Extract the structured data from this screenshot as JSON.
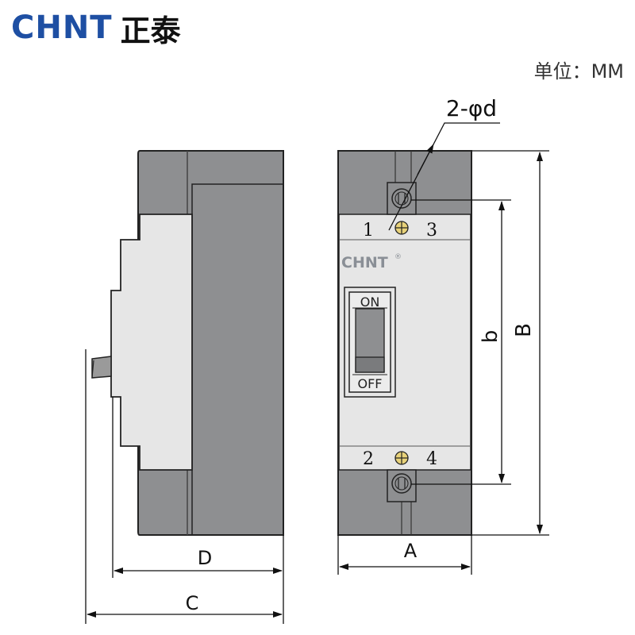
{
  "header": {
    "brand_latin": "CHNT",
    "brand_cjk": "正泰",
    "unit_label": "单位：MM"
  },
  "device": {
    "brand": "CHNT",
    "switch_on": "ON",
    "switch_off": "OFF",
    "terminals_top": [
      "1",
      "3"
    ],
    "terminals_bottom": [
      "2",
      "4"
    ]
  },
  "dimensions": {
    "hole": "2-φd",
    "A": "A",
    "B": "B",
    "b": "b",
    "C": "C",
    "D": "D"
  },
  "colors": {
    "housing_dark": "#8e8f91",
    "housing_light": "#e6e6e6",
    "brand_blue": "#1e4fa3",
    "terminal_yellow": "#e8d27a"
  }
}
